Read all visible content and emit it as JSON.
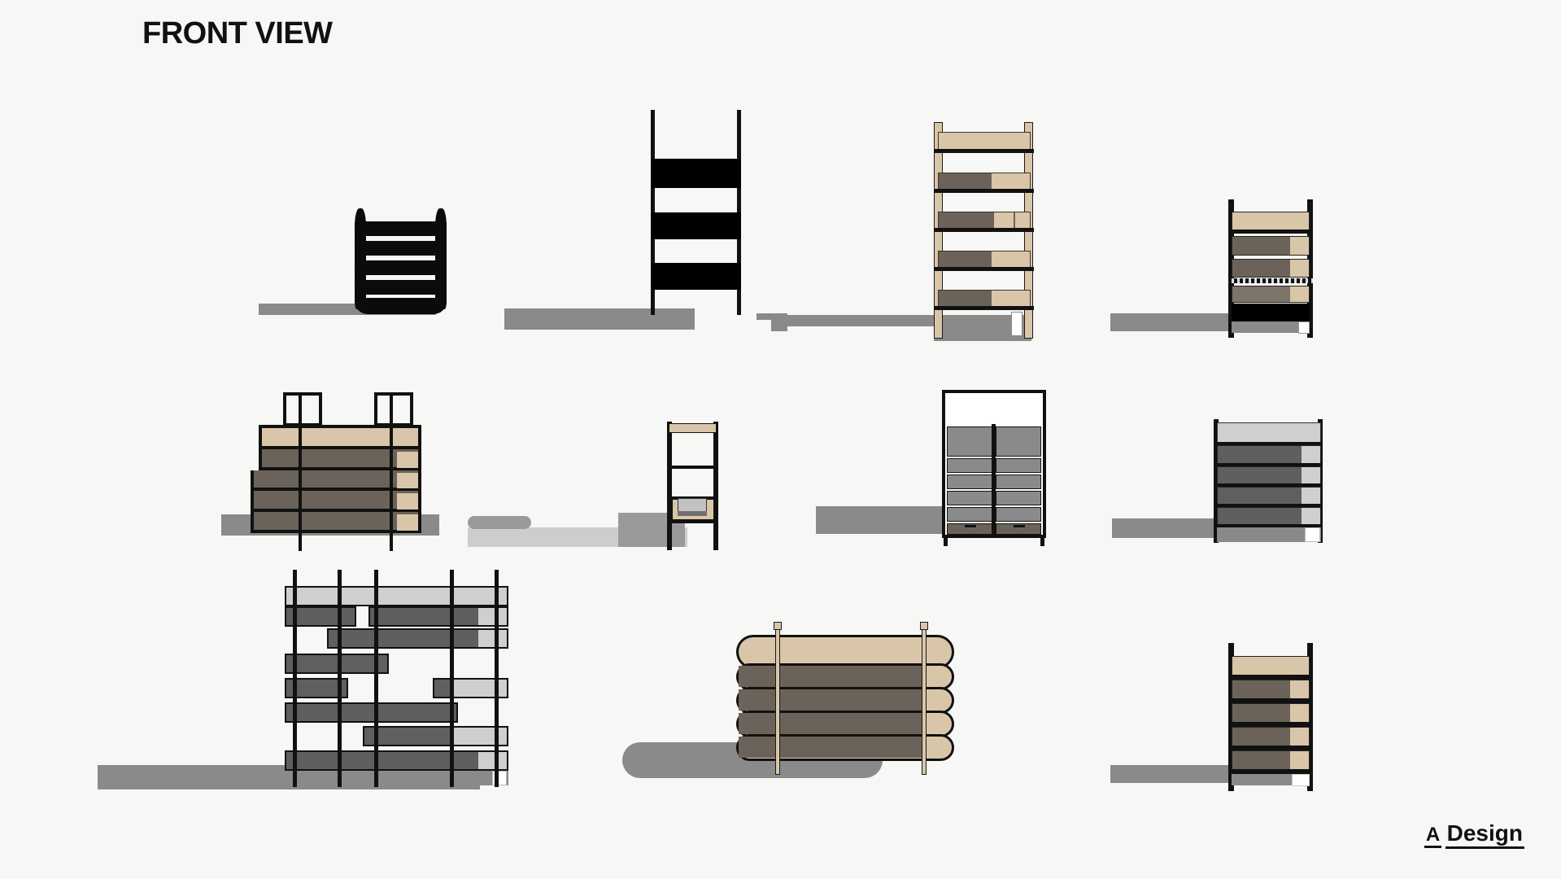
{
  "page": {
    "title": "FRONT VIEW",
    "background_color": "#f7f7f5"
  },
  "logo": {
    "line1": "A",
    "line2": "Design"
  },
  "palette": {
    "ink": "#111111",
    "black": "#000000",
    "tan": "#d9c6a8",
    "brown": "#6b6359",
    "brown_light": "#7d746a",
    "gray_dark": "#5f5f5f",
    "gray_mid": "#8a8a8a",
    "gray_light": "#cfcfcf",
    "white": "#ffffff",
    "shadow": "#8a8a8a"
  },
  "units": [
    {
      "id": "unit-1",
      "name": "black-curved-rack",
      "row": 1,
      "column": 1,
      "shelf_count": 5,
      "frame_color": "#0b0b0b",
      "shelf_color": "#0b0b0b",
      "has_shadow": true
    },
    {
      "id": "unit-2",
      "name": "post-and-band-shelf",
      "row": 1,
      "column": 2,
      "shelf_count": 3,
      "frame_color": "#111111",
      "shelf_color": "#000000",
      "has_shadow": true
    },
    {
      "id": "unit-3",
      "name": "tan-frame-brown-shelf-unit",
      "row": 1,
      "column": 3,
      "shelf_count": 5,
      "frame_color": "#d9c6a8",
      "shelf_color": "#6b6359",
      "accent_color": "#d9c6a8",
      "has_shadow": true
    },
    {
      "id": "unit-4",
      "name": "black-frame-tan-top-unit",
      "row": 1,
      "column": 4,
      "shelf_count": 4,
      "frame_color": "#111111",
      "shelf_color": "#6b6359",
      "accent_color": "#d9c6a8",
      "has_shadow": true
    },
    {
      "id": "unit-5",
      "name": "wide-double-post-console",
      "row": 2,
      "column": 1,
      "shelf_count": 5,
      "frame_color": "#111111",
      "shelf_color": "#6b6359",
      "accent_color": "#d9c6a8",
      "has_shadow": true
    },
    {
      "id": "unit-6",
      "name": "narrow-tall-etagere",
      "row": 2,
      "column": 2,
      "shelf_count": 3,
      "frame_color": "#111111",
      "shelf_color": "#d9c6a8",
      "has_shadow": true
    },
    {
      "id": "unit-7",
      "name": "two-column-gray-cabinet",
      "row": 2,
      "column": 3,
      "shelf_count": 6,
      "frame_color": "#111111",
      "shelf_color": "#8a8a8a",
      "accent_color": "#6b6359",
      "has_shadow": true
    },
    {
      "id": "unit-8",
      "name": "gray-frame-shelf-unit",
      "row": 2,
      "column": 4,
      "shelf_count": 5,
      "frame_color": "#111111",
      "shelf_color": "#5f5f5f",
      "accent_color": "#cfcfcf",
      "has_shadow": true
    },
    {
      "id": "unit-9",
      "name": "modular-staggered-shelving-system",
      "row": 3,
      "column": 1,
      "shelf_count": 9,
      "frame_color": "#111111",
      "shelf_color": "#5f5f5f",
      "accent_color": "#cfcfcf",
      "has_shadow": true
    },
    {
      "id": "unit-10",
      "name": "rounded-stacked-pill-shelf",
      "row": 3,
      "column": 2,
      "shelf_count": 5,
      "frame_color": "#111111",
      "shelf_color": "#6b6359",
      "accent_color": "#d9c6a8",
      "has_shadow": true
    },
    {
      "id": "unit-11",
      "name": "compact-black-frame-unit",
      "row": 3,
      "column": 3,
      "shelf_count": 5,
      "frame_color": "#111111",
      "shelf_color": "#6b6359",
      "accent_color": "#d9c6a8",
      "has_shadow": true
    }
  ]
}
